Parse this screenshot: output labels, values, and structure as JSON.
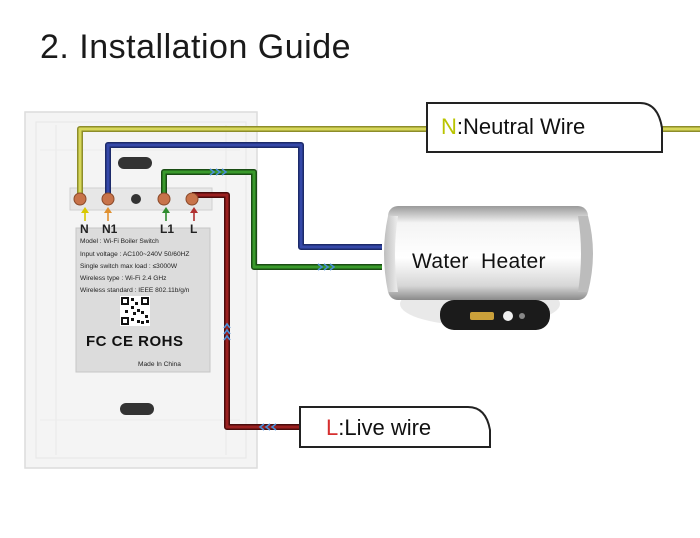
{
  "title": "2. Installation Guide",
  "callouts": {
    "neutral": {
      "letter": "N",
      "rest": ":Neutral Wire"
    },
    "live": {
      "letter": "L",
      "rest": ":Live wire"
    }
  },
  "terminals": [
    "N",
    "N1",
    "L1",
    "L"
  ],
  "label_plate": {
    "model": "Model : Wi-Fi Boiler Switch",
    "input_voltage": "Input voltage : AC100~240V  50/60HZ",
    "max_load": "Single switch max load : ≤3000W",
    "wireless_type": "Wireless type : Wi-Fi 2.4 GHz",
    "wireless_standard": "Wireless standard : IEEE 802.11b/g/n",
    "certifications": "FC CE ROHS",
    "made_in": "Made In China"
  },
  "heater": {
    "label": "Water  Heater"
  },
  "colors": {
    "neutral_wire": "#c9c94a",
    "n1_wire": "#2a3c8f",
    "l1_wire": "#2e7d22",
    "live_wire": "#8b1a1a",
    "terminal": "#c8734a",
    "flow_arrow": "#4a8fd8"
  }
}
